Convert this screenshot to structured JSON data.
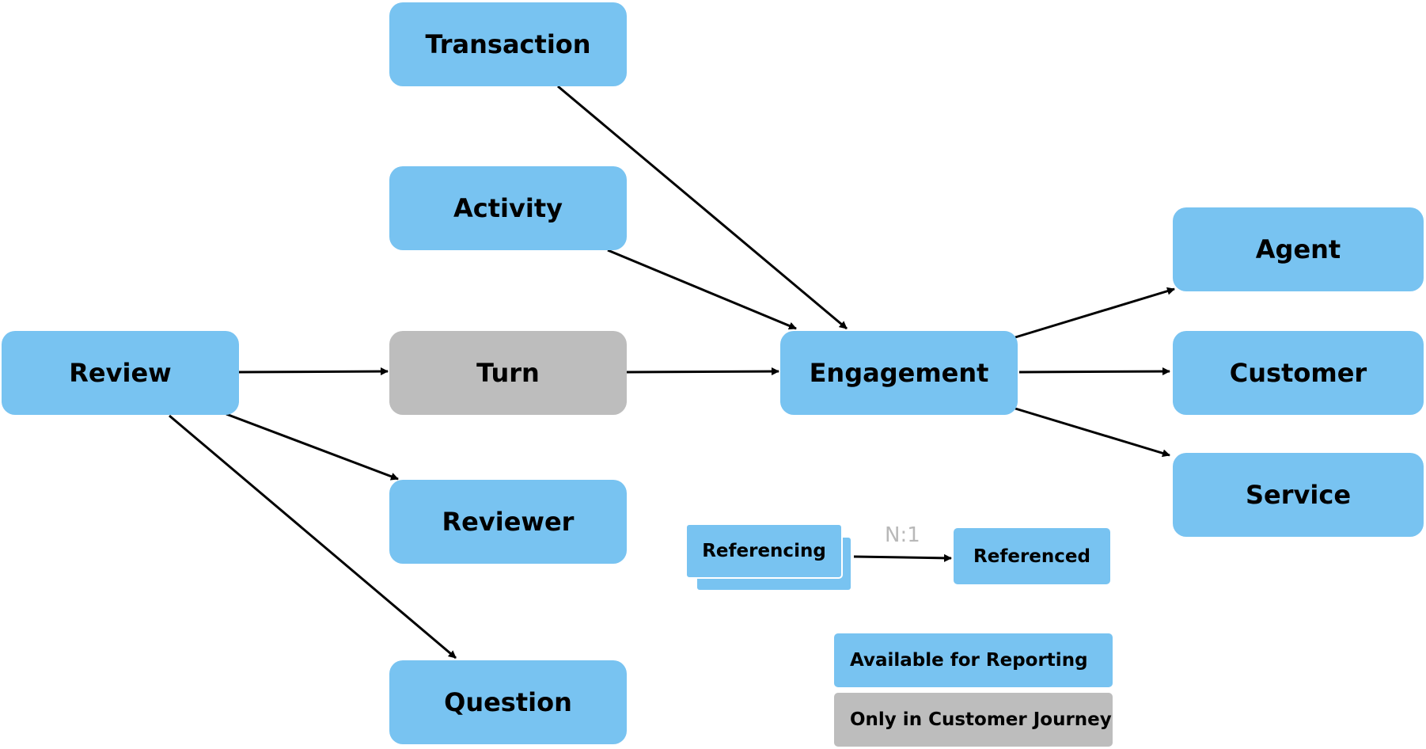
{
  "nodes": {
    "transaction": "Transaction",
    "activity": "Activity",
    "review": "Review",
    "turn": "Turn",
    "engagement": "Engagement",
    "agent": "Agent",
    "customer": "Customer",
    "service": "Service",
    "reviewer": "Reviewer",
    "question": "Question"
  },
  "legend": {
    "referencing": "Referencing",
    "referenced": "Referenced",
    "ratio": "N:1",
    "available": "Available for Reporting",
    "only_journey": "Only in Customer Journey"
  },
  "colors": {
    "reporting": "#78c3f1",
    "journey_only": "#bdbdbd",
    "edge": "#000000",
    "ratio_text": "#b8b8b8"
  },
  "edges": [
    {
      "from": "Review",
      "to": "Turn"
    },
    {
      "from": "Review",
      "to": "Reviewer"
    },
    {
      "from": "Review",
      "to": "Question"
    },
    {
      "from": "Turn",
      "to": "Engagement"
    },
    {
      "from": "Transaction",
      "to": "Engagement"
    },
    {
      "from": "Activity",
      "to": "Engagement"
    },
    {
      "from": "Engagement",
      "to": "Agent"
    },
    {
      "from": "Engagement",
      "to": "Customer"
    },
    {
      "from": "Engagement",
      "to": "Service"
    }
  ]
}
